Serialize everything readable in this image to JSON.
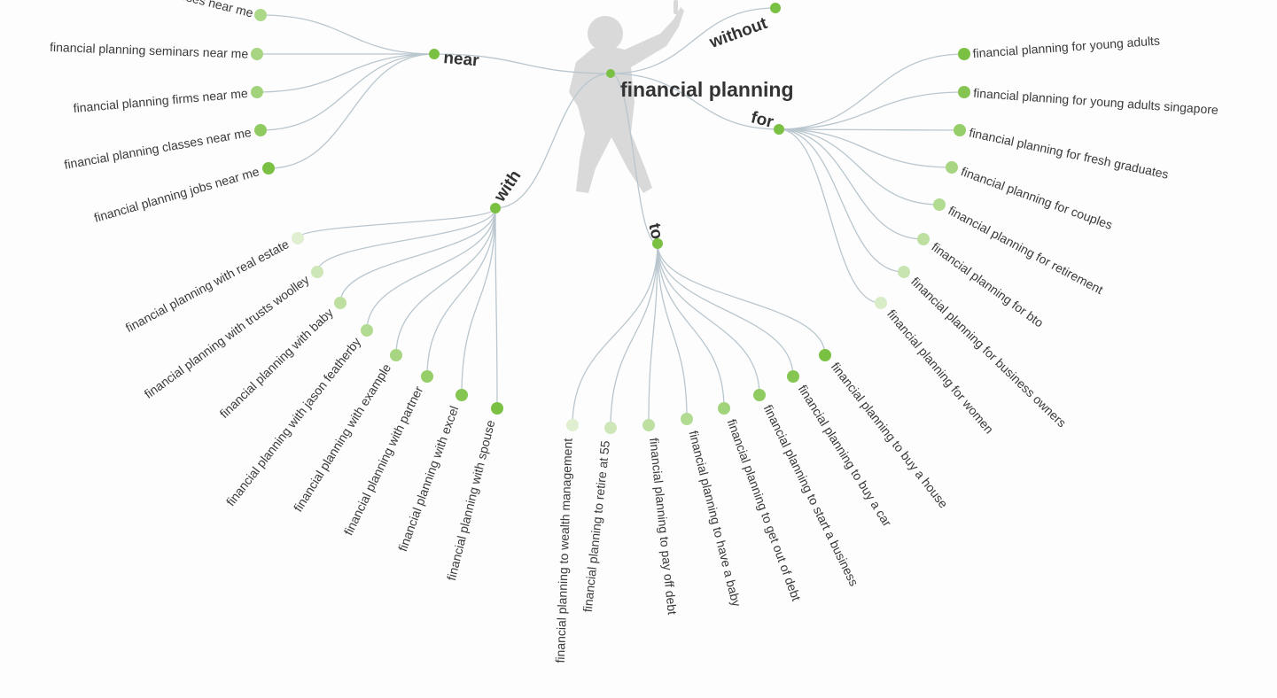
{
  "root": {
    "label": "financial planning",
    "color": "#7ac143"
  },
  "branches": [
    {
      "id": "near",
      "label": "near",
      "leaves": [
        {
          "label": "financial planning courses near me",
          "shade": 0.45
        },
        {
          "label": "financial planning seminars near me",
          "shade": 0.4
        },
        {
          "label": "financial planning firms near me",
          "shade": 0.35
        },
        {
          "label": "financial planning classes near me",
          "shade": 0.2
        },
        {
          "label": "financial planning jobs near me",
          "shade": 0.0
        }
      ]
    },
    {
      "id": "without",
      "label": "without",
      "leaves": []
    },
    {
      "id": "for",
      "label": "for",
      "leaves": [
        {
          "label": "financial planning for young adults",
          "shade": 0.0
        },
        {
          "label": "financial planning for young adults singapore",
          "shade": 0.1
        },
        {
          "label": "financial planning for fresh graduates",
          "shade": 0.25
        },
        {
          "label": "financial planning for couples",
          "shade": 0.4
        },
        {
          "label": "financial planning for retirement",
          "shade": 0.5
        },
        {
          "label": "financial planning for bto",
          "shade": 0.6
        },
        {
          "label": "financial planning for business owners",
          "shade": 0.7
        },
        {
          "label": "financial planning for women",
          "shade": 0.85
        }
      ]
    },
    {
      "id": "with",
      "label": "with",
      "leaves": [
        {
          "label": "financial planning with real estate",
          "shade": 0.9
        },
        {
          "label": "financial planning with trusts woolley",
          "shade": 0.75
        },
        {
          "label": "financial planning with baby",
          "shade": 0.6
        },
        {
          "label": "financial planning with jason featherby",
          "shade": 0.5
        },
        {
          "label": "financial planning with example",
          "shade": 0.4
        },
        {
          "label": "financial planning with partner",
          "shade": 0.25
        },
        {
          "label": "financial planning with excel",
          "shade": 0.1
        },
        {
          "label": "financial planning with spouse",
          "shade": 0.0
        }
      ]
    },
    {
      "id": "to",
      "label": "to",
      "leaves": [
        {
          "label": "financial planning to wealth management",
          "shade": 0.9
        },
        {
          "label": "financial planning to retire at 55",
          "shade": 0.75
        },
        {
          "label": "financial planning to pay off debt",
          "shade": 0.6
        },
        {
          "label": "financial planning to have a baby",
          "shade": 0.5
        },
        {
          "label": "financial planning to get out of debt",
          "shade": 0.35
        },
        {
          "label": "financial planning to start a business",
          "shade": 0.2
        },
        {
          "label": "financial planning to buy a car",
          "shade": 0.1
        },
        {
          "label": "financial planning to buy a house",
          "shade": 0.0
        }
      ]
    }
  ],
  "colors": {
    "node_strong": "#7ac143",
    "node_light": "#eaf4e0",
    "link": "#b9c6ce",
    "text": "#3a3a3a"
  },
  "icons": {
    "center_figure": "person-silhouette-icon"
  }
}
